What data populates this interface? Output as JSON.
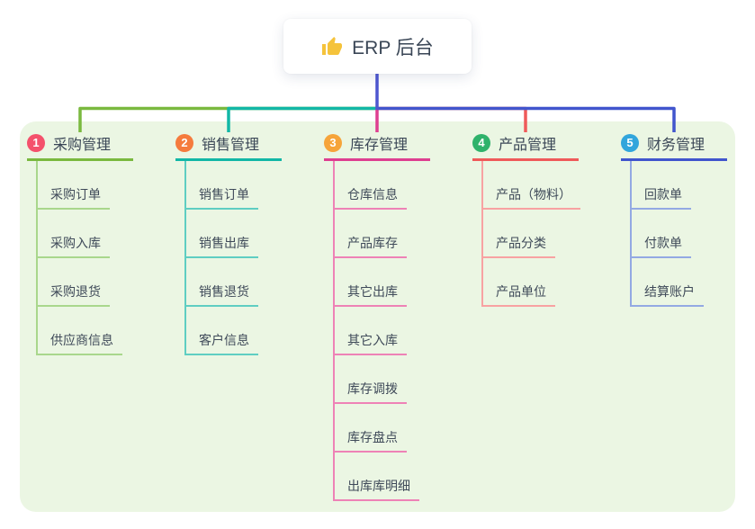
{
  "root": {
    "icon": "thumbs-up",
    "label": "ERP 后台"
  },
  "colors": {
    "panel_bg": "#ebf6e3",
    "root_line": "#4d56d0",
    "title_text": "#3a4656",
    "child_text": "#3f4a59",
    "thumb_yellow": "#f5c33b"
  },
  "branches": [
    {
      "number": "1",
      "label": "采购管理",
      "badge_color": "#f4516c",
      "line_color": "#7ab93f",
      "child_line_color": "#a9d78c",
      "children": [
        "采购订单",
        "采购入库",
        "采购退货",
        "供应商信息"
      ]
    },
    {
      "number": "2",
      "label": "销售管理",
      "badge_color": "#f57b3d",
      "line_color": "#12b7a6",
      "child_line_color": "#5fcec2",
      "children": [
        "销售订单",
        "销售出库",
        "销售退货",
        "客户信息"
      ]
    },
    {
      "number": "3",
      "label": "库存管理",
      "badge_color": "#f6a43a",
      "line_color": "#de3f90",
      "child_line_color": "#ee82b6",
      "children": [
        "仓库信息",
        "产品库存",
        "其它出库",
        "其它入库",
        "库存调拨",
        "库存盘点",
        "出库库明细"
      ]
    },
    {
      "number": "4",
      "label": "产品管理",
      "badge_color": "#2fb26b",
      "line_color": "#ef5a5a",
      "child_line_color": "#f8a2a2",
      "children": [
        "产品（物料）",
        "产品分类",
        "产品单位"
      ]
    },
    {
      "number": "5",
      "label": "财务管理",
      "badge_color": "#31a5dc",
      "line_color": "#4155cd",
      "child_line_color": "#93a9e3",
      "children": [
        "回款单",
        "付款单",
        "结算账户"
      ]
    }
  ]
}
